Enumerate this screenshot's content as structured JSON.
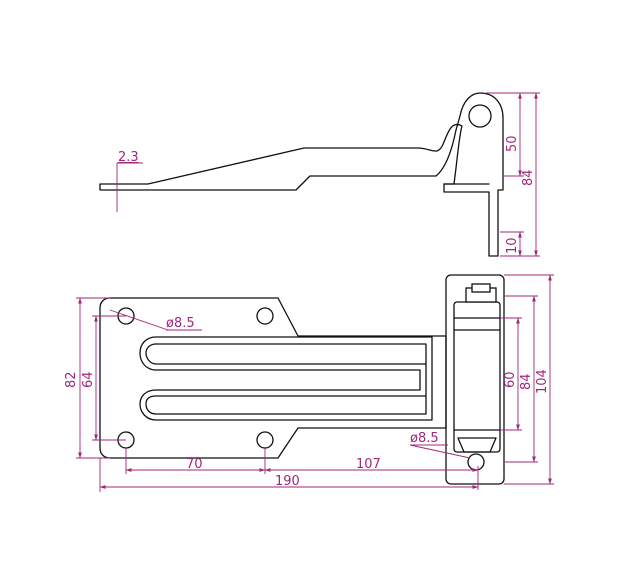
{
  "colors": {
    "outline": "#111111",
    "dimension": "#a0287a",
    "background": "#ffffff"
  },
  "dimensions": {
    "sheet_thickness": "2.3",
    "eye_height": "50",
    "side_total_height": "84",
    "flange_height": "10",
    "hole_dia_left": "ø8.5",
    "hole_dia_right": "ø8.5",
    "plate_height": "82",
    "hole_spacing_vertical": "64",
    "hole_spacing_horizontal": "70",
    "pivot_offset": "107",
    "overall_length": "190",
    "knuckle_length": "60",
    "bracket_hole_spacing": "84",
    "bracket_height": "104"
  }
}
